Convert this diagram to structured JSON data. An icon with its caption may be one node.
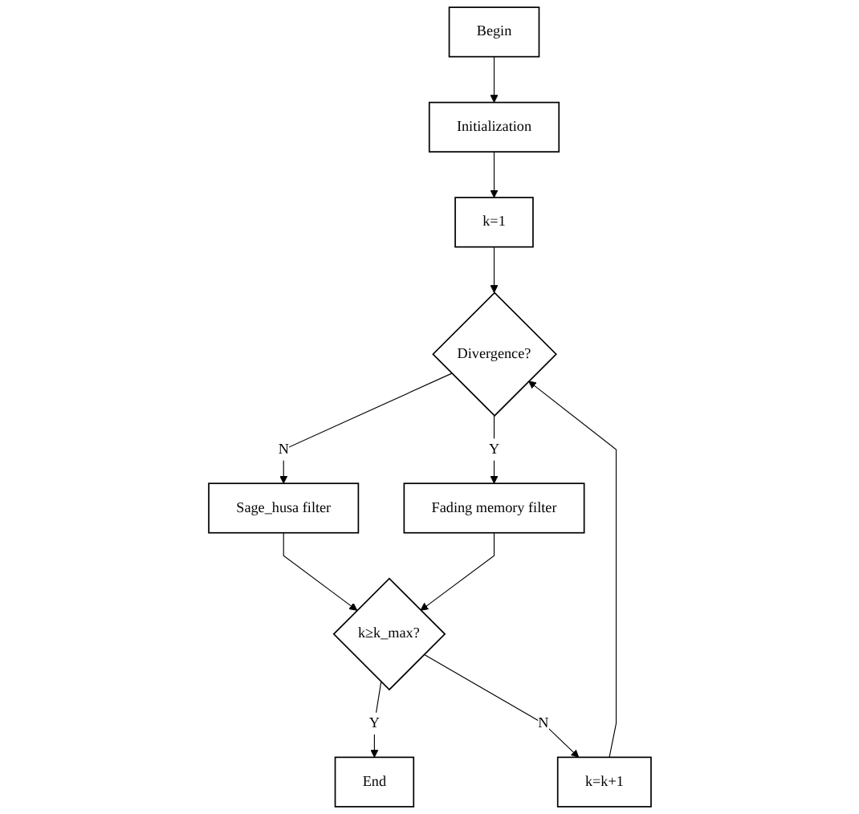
{
  "diagram": {
    "nodes": [
      {
        "text": [
          "Begin"
        ]
      },
      {
        "text": [
          "Initialization"
        ]
      },
      {
        "text": [
          "k=1"
        ]
      },
      {
        "text": [
          "Divergence?"
        ]
      },
      {
        "text": [
          "Sage_husa filter"
        ]
      },
      {
        "text": [
          "Fading memory filter"
        ]
      },
      {
        "text": [
          "k≥k_max?"
        ]
      },
      {
        "text": [
          "k=k+1"
        ]
      },
      {
        "text": [
          "End"
        ]
      }
    ],
    "edges": [
      {
        "from": 0,
        "to": 1,
        "arrow": "to"
      },
      {
        "from": 1,
        "to": 2,
        "arrow": "to"
      },
      {
        "from": 2,
        "to": 3,
        "arrow": "to"
      },
      {
        "from": 3,
        "to": 4,
        "arrow": "to",
        "label": "N"
      },
      {
        "from": 3,
        "to": 5,
        "arrow": "to",
        "label": "Y"
      },
      {
        "from": 4,
        "to": 6,
        "arrow": "to"
      },
      {
        "from": 5,
        "to": 6,
        "arrow": "to"
      },
      {
        "from": 6,
        "to": 8,
        "arrow": "to",
        "label": "Y"
      },
      {
        "from": 6,
        "to": 7,
        "arrow": "to",
        "label": "N"
      },
      {
        "from": 7,
        "to": 3,
        "arrow": "to"
      }
    ]
  }
}
